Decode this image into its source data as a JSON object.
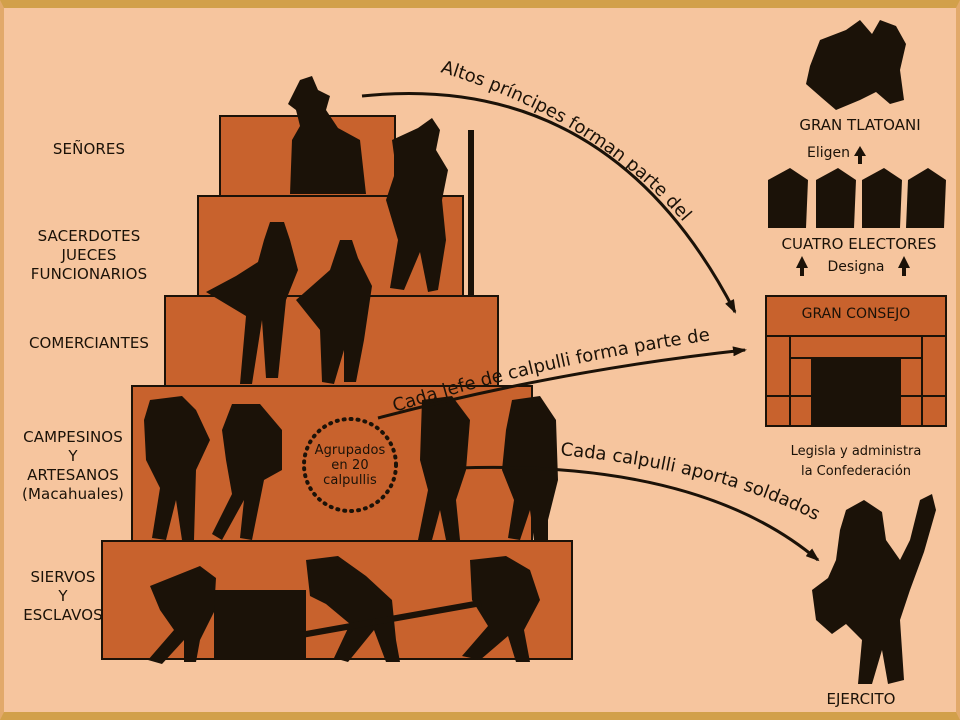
{
  "strata": {
    "senores": [
      "SEÑORES"
    ],
    "sacerdotes": [
      "SACERDOTES",
      "JUECES",
      "FUNCIONARIOS"
    ],
    "comerciantes": [
      "COMERCIANTES"
    ],
    "campesinos": [
      "CAMPESINOS",
      "Y",
      "ARTESANOS",
      "(Macahuales)"
    ],
    "siervos": [
      "SIERVOS",
      "Y",
      "ESCLAVOS"
    ]
  },
  "calpulli_circle": [
    "Agrupados",
    "en 20",
    "calpullis"
  ],
  "arrows": {
    "altos": "Altos príncipes forman parte del",
    "jefe": "Cada jefe de calpulli forma parte del",
    "aporta": "Cada calpulli aporta soldados"
  },
  "right": {
    "tlatoani": "GRAN TLATOANI",
    "eligen": "Eligen",
    "electores": "CUATRO ELECTORES",
    "designa": "Designa",
    "consejo": "GRAN CONSEJO",
    "legisla": [
      "Legisla y administra",
      "la Confederación"
    ],
    "ejercito": "EJERCITO"
  },
  "colors": {
    "background": "#f6c59e",
    "pyramid_fill": "#c8622d",
    "outline": "#1b1208"
  }
}
